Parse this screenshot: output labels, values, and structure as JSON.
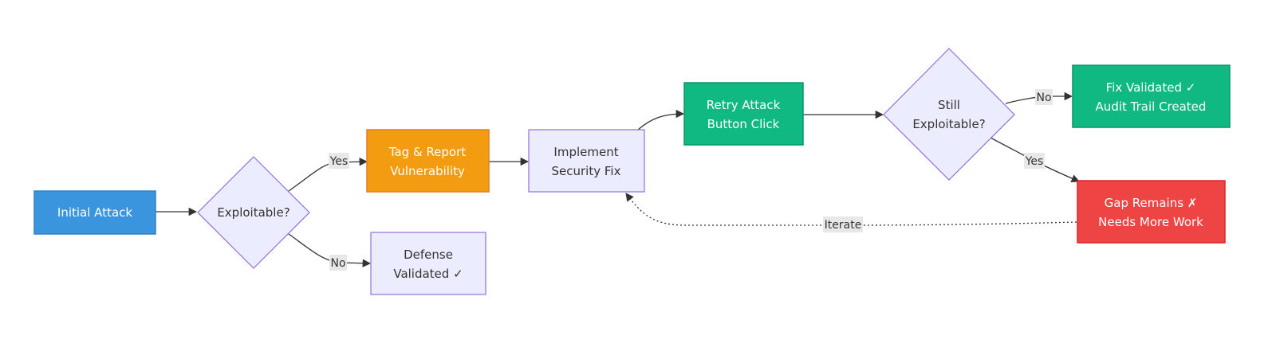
{
  "nodes": {
    "initial_attack": {
      "lines": [
        "Initial Attack"
      ],
      "fill": "#3b94de",
      "stroke": "#2f80c9",
      "text_color": "#ffffff"
    },
    "exploitable": {
      "lines": [
        "Exploitable?"
      ],
      "fill": "#ececff",
      "stroke": "#9370db",
      "text_color": "#333333"
    },
    "tag_report": {
      "lines": [
        "Tag & Report",
        "Vulnerability"
      ],
      "fill": "#f39c12",
      "stroke": "#e67e22",
      "text_color": "#ffffff"
    },
    "defense_validated": {
      "lines": [
        "Defense",
        "Validated ✓"
      ],
      "fill": "#ececff",
      "stroke": "#9370db",
      "text_color": "#333333"
    },
    "implement_fix": {
      "lines": [
        "Implement",
        "Security Fix"
      ],
      "fill": "#ececff",
      "stroke": "#9370db",
      "text_color": "#333333"
    },
    "retry_attack": {
      "lines": [
        "Retry Attack",
        "Button Click"
      ],
      "fill": "#10b981",
      "stroke": "#059669",
      "text_color": "#ffffff"
    },
    "still_exploitable": {
      "lines": [
        "Still",
        "Exploitable?"
      ],
      "fill": "#ececff",
      "stroke": "#9370db",
      "text_color": "#333333"
    },
    "fix_validated": {
      "lines": [
        "Fix Validated ✓",
        "Audit Trail Created"
      ],
      "fill": "#10b981",
      "stroke": "#059669",
      "text_color": "#ffffff"
    },
    "gap_remains": {
      "lines": [
        "Gap Remains ✗",
        "Needs More Work"
      ],
      "fill": "#ef4444",
      "stroke": "#dc2626",
      "text_color": "#ffffff"
    }
  },
  "edge_labels": {
    "exploitable_yes": "Yes",
    "exploitable_no": "No",
    "still_no": "No",
    "still_yes": "Yes",
    "iterate": "Iterate"
  },
  "colors": {
    "edge": "#333333",
    "label_bg": "#e8e8e8"
  }
}
